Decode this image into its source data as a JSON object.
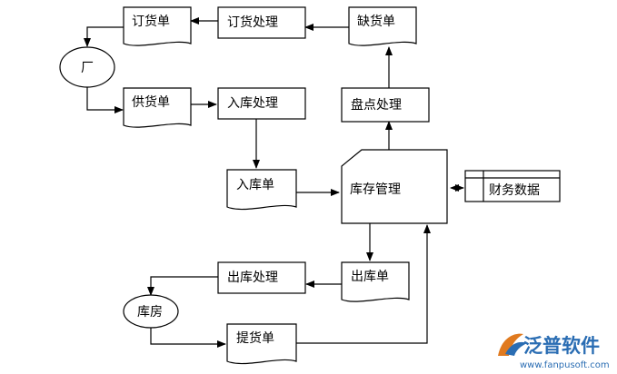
{
  "nodes": {
    "order_doc": "订货单",
    "order_process": "订货处理",
    "shortage_doc": "缺货单",
    "factory": "厂",
    "supply_doc": "供货单",
    "inbound_process": "入库处理",
    "inventory_check": "盘点处理",
    "inbound_doc": "入库单",
    "inventory_mgmt": "库存管理",
    "finance_data": "财务数据",
    "outbound_process": "出库处理",
    "outbound_doc": "出库单",
    "warehouse": "库房",
    "pickup_doc": "提货单"
  },
  "watermark": {
    "brand": "泛普软件",
    "url": "www.fanpusoft.com"
  }
}
